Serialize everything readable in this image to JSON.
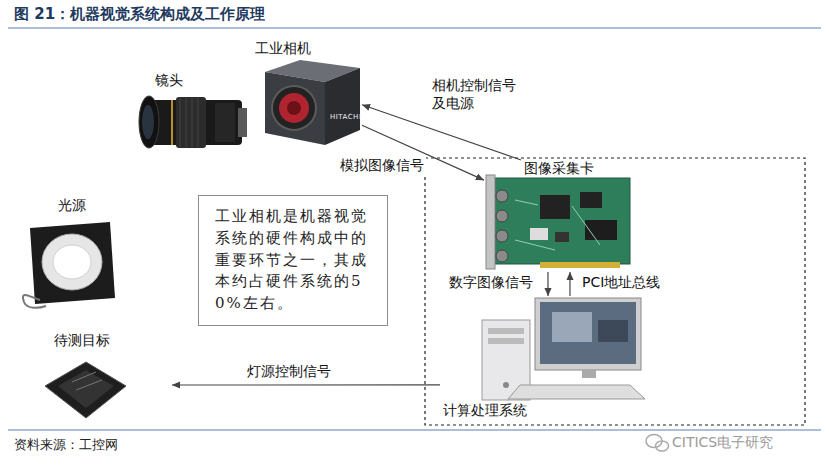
{
  "diagram": {
    "title": "图 21：机器视觉系统构成及工作原理",
    "nodes": [
      {
        "text": [
          "镜头"
        ]
      },
      {
        "text": [
          "工业相机"
        ]
      },
      {
        "text": [
          "图像采集卡"
        ]
      },
      {
        "text": [
          "光源"
        ]
      },
      {
        "text": [
          "工业相机是机器视觉系统的硬件构成中的重要环节之一，其成本约占硬件系统的50%左右。"
        ]
      },
      {
        "text": [
          "待测目标"
        ]
      },
      {
        "text": [
          "计算处理系统"
        ]
      }
    ],
    "edges": [
      {
        "from": 2,
        "to": 1,
        "label": "相机控制信号 及电源",
        "arrow": "to"
      },
      {
        "from": 1,
        "to": 2,
        "label": "模拟图像信号",
        "arrow": "to"
      },
      {
        "from": 2,
        "to": 6,
        "label": "数字图像信号",
        "arrow": "to"
      },
      {
        "from": 6,
        "to": 2,
        "label": "PCI地址总线",
        "arrow": "to"
      },
      {
        "from": 6,
        "to": 5,
        "label": "灯源控制信号",
        "arrow": "to"
      }
    ],
    "labels": [
      "HITACHI",
      "资料来源：工控网",
      "CITICS电子研究"
    ]
  }
}
